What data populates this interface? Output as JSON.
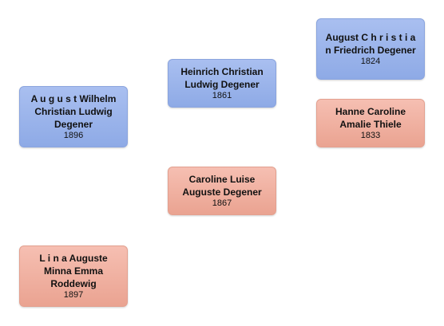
{
  "people": {
    "august_wilhelm": {
      "name": "A u g u s t Wilhelm Christian Ludwig Degener",
      "year": "1896",
      "sex": "male"
    },
    "lina": {
      "name": "L i n a Auguste Minna Emma Roddewig",
      "year": "1897",
      "sex": "female"
    },
    "heinrich": {
      "name": "Heinrich Christian Ludwig Degener",
      "year": "1861",
      "sex": "male"
    },
    "caroline_luise": {
      "name": "Caroline Luise Auguste Degener",
      "year": "1867",
      "sex": "female"
    },
    "august_christian": {
      "name": "August C h r i s t i a n Friedrich Degener",
      "year": "1824",
      "sex": "male"
    },
    "hanne": {
      "name": "Hanne Caroline Amalie Thiele",
      "year": "1833",
      "sex": "female"
    }
  },
  "colors": {
    "male": "#98b2ea",
    "female": "#f0ae9e"
  }
}
